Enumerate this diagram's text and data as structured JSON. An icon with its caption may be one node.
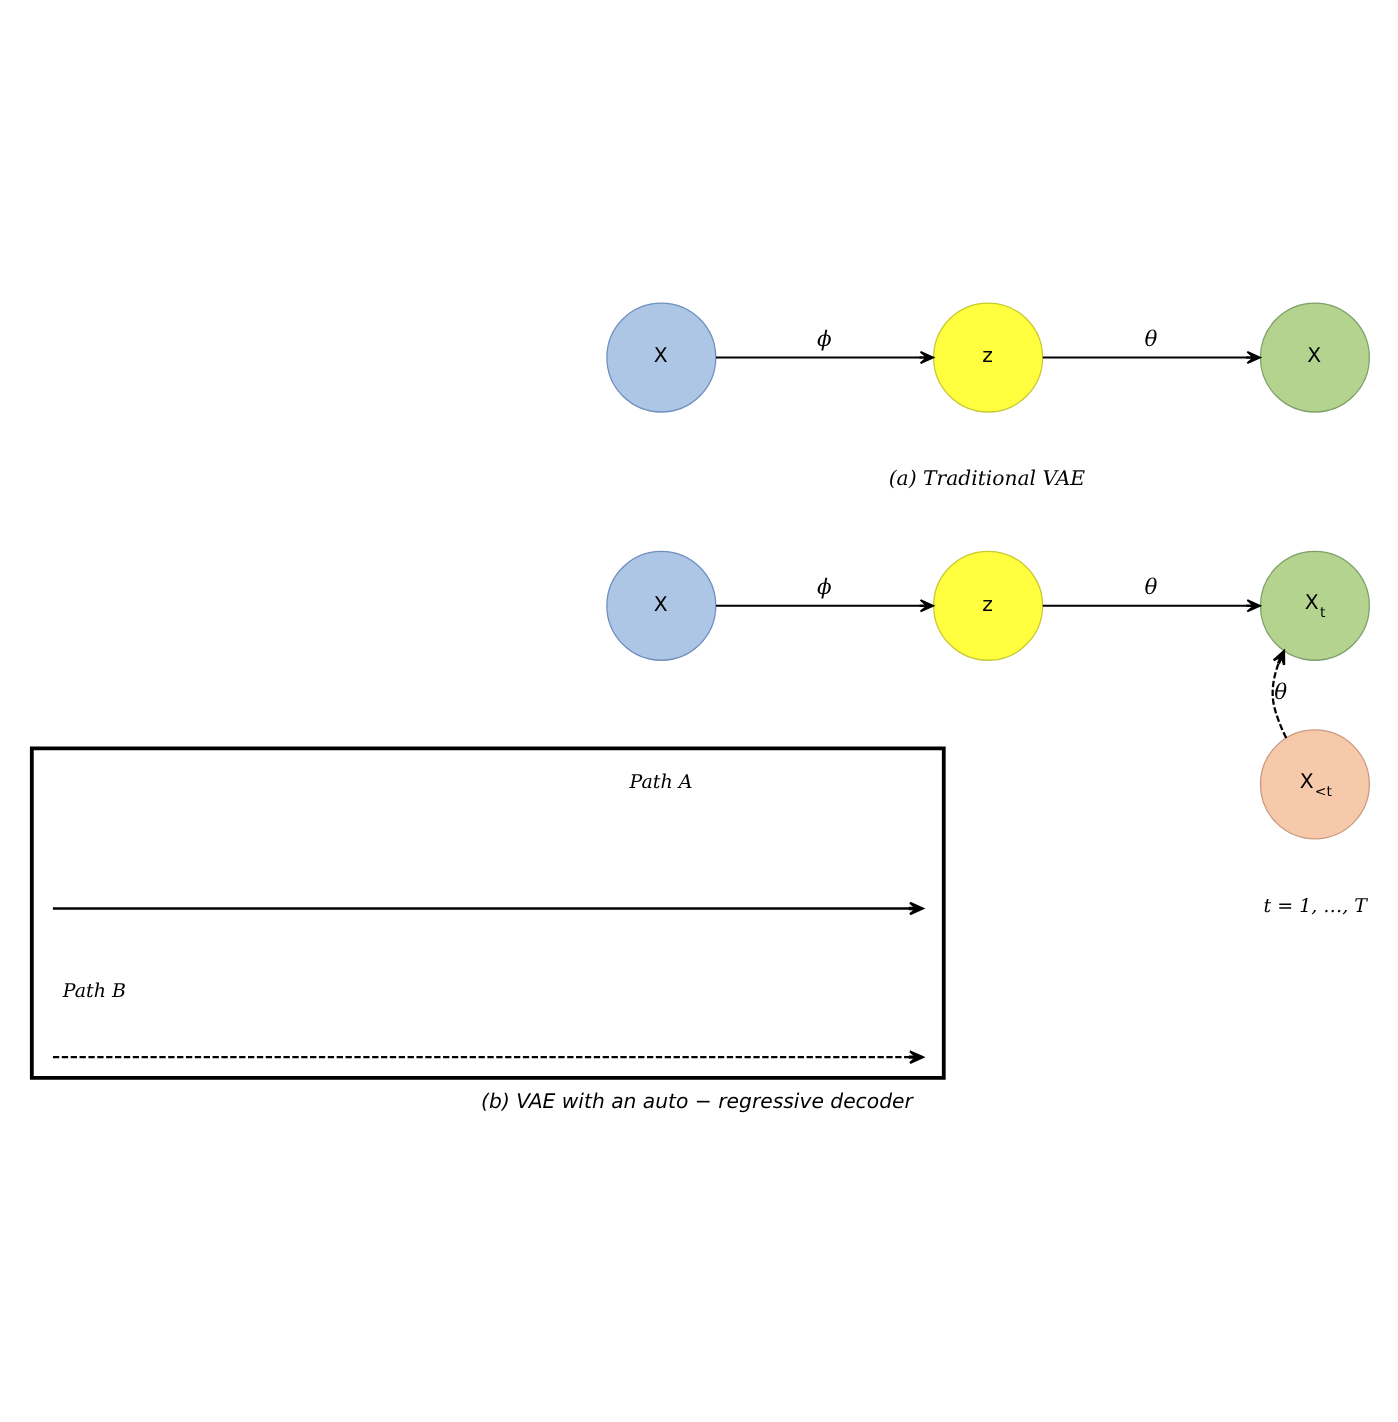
{
  "diagram": {
    "caption": "(b) VAE with an auto − regressive decoder",
    "nodes": [
      {
        "text": [
          "X"
        ]
      },
      {
        "text": [
          "z"
        ]
      },
      {
        "text": [
          "X"
        ]
      },
      {
        "text": [
          "X"
        ]
      },
      {
        "text": [
          "z"
        ]
      },
      {
        "text": [
          "X$_{t}$"
        ]
      },
      {
        "text": [
          "X$_{<t}$"
        ],
        "beside": [
          "t = 1, …, T"
        ]
      },
      {
        "text": [],
        "shape": "box"
      }
    ],
    "edges": [
      {
        "from": 0,
        "to": 1,
        "arrow": "to",
        "label": "ϕ"
      },
      {
        "from": 1,
        "to": 2,
        "arrow": "to",
        "label": "θ"
      },
      {
        "from": 3,
        "to": 4,
        "arrow": "to",
        "label": "ϕ"
      },
      {
        "from": 4,
        "to": 5,
        "arrow": "to",
        "label": "θ"
      },
      {
        "from": 6,
        "to": 5,
        "arrow": "to",
        "label": "θ",
        "style": "dashed"
      }
    ],
    "labels": [
      "(a) Traditional VAE"
    ],
    "legend": [
      {
        "text": "Path A"
      },
      {
        "text": "Path B"
      }
    ]
  }
}
